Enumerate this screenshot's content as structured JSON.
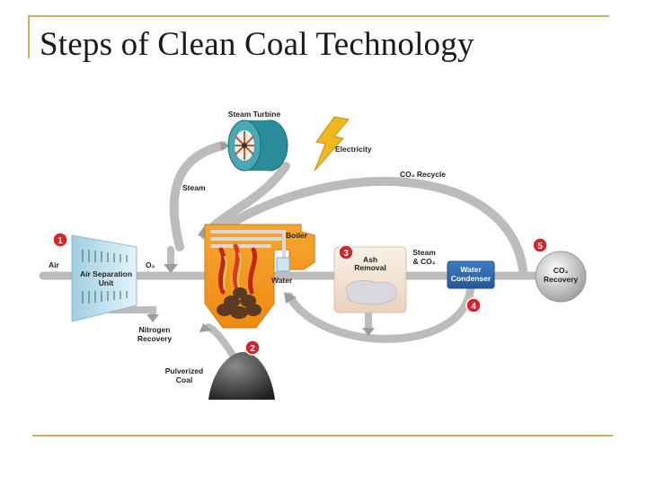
{
  "slide": {
    "title": "Steps of Clean Coal Technology"
  },
  "diagram": {
    "labels": {
      "steam_turbine": "Steam Turbine",
      "electricity": "Electricity",
      "co2_recycle": "CO₂ Recycle",
      "steam": "Steam",
      "boiler": "Boiler",
      "air": "Air",
      "asu_line1": "Air Separation",
      "asu_line2": "Unit",
      "o2": "O₂",
      "water": "Water",
      "ash_line1": "Ash",
      "ash_line2": "Removal",
      "steam_co2_line1": "Steam",
      "steam_co2_line2": "& CO₂",
      "condenser_line1": "Water",
      "condenser_line2": "Condenser",
      "co2_rec_line1": "CO₂",
      "co2_rec_line2": "Recovery",
      "nitrogen_line1": "Nitrogen",
      "nitrogen_line2": "Recovery",
      "coal_line1": "Pulverized",
      "coal_line2": "Coal"
    },
    "steps": [
      "1",
      "2",
      "3",
      "4",
      "5"
    ],
    "colors": {
      "pipe": "#b8b8b8",
      "boiler": "#f39a1e",
      "marker": "#d7232a",
      "condenser": "#2f6fb3",
      "turbine": "#2a8c9a",
      "bolt": "#f0b81f"
    }
  }
}
